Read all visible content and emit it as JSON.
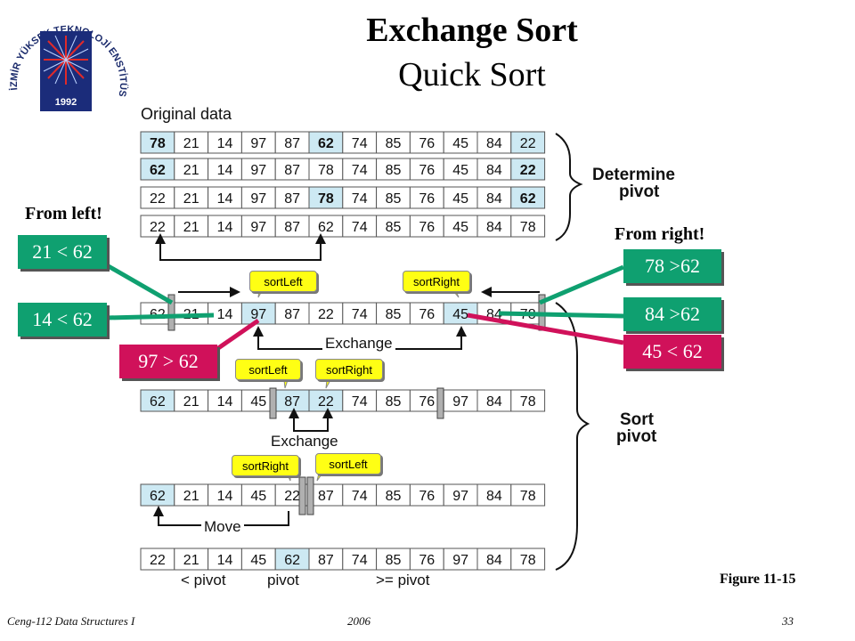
{
  "slide": {
    "title": "Exchange Sort",
    "subtitle": "Quick Sort",
    "logo_text": "İZMİR YÜKSEK TEKNOLOJİ ENSTİTÜSÜ",
    "logo_year": "1992",
    "original_data_label": "Original data",
    "determine_pivot": [
      "Determine",
      "pivot"
    ],
    "sort_pivot": [
      "Sort",
      "pivot"
    ],
    "from_left": "From left!",
    "from_right": "From right!",
    "exchange_1": "Exchange",
    "exchange_2": "Exchange",
    "move": "Move",
    "less_pivot": "< pivot",
    "pivot": "pivot",
    "ge_pivot": ">= pivot",
    "figure": "Figure 11-15",
    "footer_left": "Ceng-112 Data Structures I",
    "footer_mid": "2006",
    "footer_right": "33"
  },
  "colors": {
    "highlight": "#cde9f3",
    "green": "#0fa070",
    "pink": "#d0115a",
    "tag": "#ffff14"
  },
  "callouts": [
    {
      "text": "21 < 62",
      "color": "green"
    },
    {
      "text": "14 < 62",
      "color": "green"
    },
    {
      "text": "97 > 62",
      "color": "pink"
    },
    {
      "text": "78 >62",
      "color": "green"
    },
    {
      "text": "84 >62",
      "color": "green"
    },
    {
      "text": "45 < 62",
      "color": "pink"
    }
  ],
  "tags": [
    "sortLeft",
    "sortRight",
    "sortLeft",
    "sortRight",
    "sortRight",
    "sortLeft"
  ],
  "rows": [
    {
      "values": [
        "78",
        "21",
        "14",
        "97",
        "87",
        "62",
        "74",
        "85",
        "76",
        "45",
        "84",
        "22"
      ],
      "highlight": [
        0,
        5,
        11
      ],
      "bold": [
        0,
        5
      ]
    },
    {
      "values": [
        "62",
        "21",
        "14",
        "97",
        "87",
        "78",
        "74",
        "85",
        "76",
        "45",
        "84",
        "22"
      ],
      "highlight": [
        0,
        11
      ],
      "bold": [
        0,
        11
      ]
    },
    {
      "values": [
        "22",
        "21",
        "14",
        "97",
        "87",
        "78",
        "74",
        "85",
        "76",
        "45",
        "84",
        "62"
      ],
      "highlight": [
        5,
        11
      ],
      "bold": [
        5,
        11
      ]
    },
    {
      "values": [
        "22",
        "21",
        "14",
        "97",
        "87",
        "62",
        "74",
        "85",
        "76",
        "45",
        "84",
        "78"
      ],
      "highlight": [],
      "bold": []
    },
    {
      "values": [
        "62",
        "21",
        "14",
        "97",
        "87",
        "22",
        "74",
        "85",
        "76",
        "45",
        "84",
        "78"
      ],
      "highlight": [
        3,
        9
      ],
      "bold": []
    },
    {
      "values": [
        "62",
        "21",
        "14",
        "45",
        "87",
        "22",
        "74",
        "85",
        "76",
        "97",
        "84",
        "78"
      ],
      "highlight": [
        0,
        4,
        5
      ],
      "bold": []
    },
    {
      "values": [
        "62",
        "21",
        "14",
        "45",
        "22",
        "87",
        "74",
        "85",
        "76",
        "97",
        "84",
        "78"
      ],
      "highlight": [
        0
      ],
      "bold": []
    },
    {
      "values": [
        "22",
        "21",
        "14",
        "45",
        "62",
        "87",
        "74",
        "85",
        "76",
        "97",
        "84",
        "78"
      ],
      "highlight": [
        4
      ],
      "bold": []
    }
  ]
}
